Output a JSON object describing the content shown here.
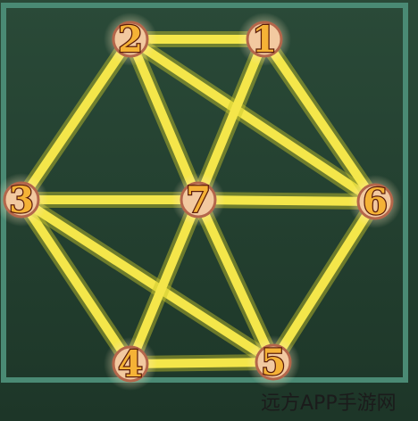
{
  "colors": {
    "board_background": "#22412f",
    "frame": "#4a8a74",
    "line": "#f4e64a",
    "line_glow": "#c9c62b",
    "node_fill": "#f2c9a0",
    "node_ring": "#b4664a",
    "label_fill": "#f5b236",
    "label_stroke": "#5a1c0a"
  },
  "puzzle": {
    "nodes": [
      {
        "id": "2",
        "label": "2"
      },
      {
        "id": "1",
        "label": "1"
      },
      {
        "id": "3",
        "label": "3"
      },
      {
        "id": "7",
        "label": "7"
      },
      {
        "id": "6",
        "label": "6"
      },
      {
        "id": "4",
        "label": "4"
      },
      {
        "id": "5",
        "label": "5"
      }
    ],
    "edges": [
      [
        "2",
        "1"
      ],
      [
        "2",
        "3"
      ],
      [
        "2",
        "7"
      ],
      [
        "2",
        "6"
      ],
      [
        "1",
        "7"
      ],
      [
        "1",
        "6"
      ],
      [
        "3",
        "7"
      ],
      [
        "3",
        "4"
      ],
      [
        "3",
        "5"
      ],
      [
        "7",
        "6"
      ],
      [
        "7",
        "4"
      ],
      [
        "7",
        "5"
      ],
      [
        "6",
        "5"
      ],
      [
        "4",
        "5"
      ]
    ]
  },
  "watermark": {
    "text": "远方APP手游网"
  }
}
